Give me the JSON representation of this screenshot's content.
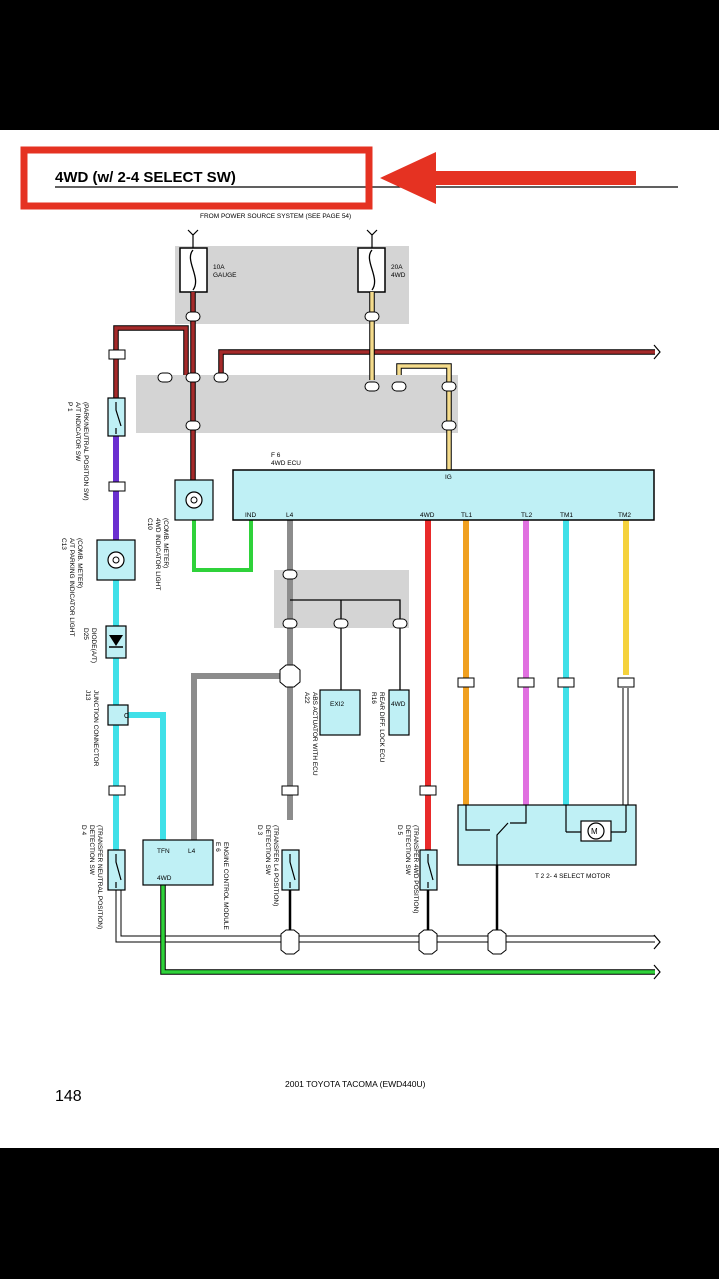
{
  "title": "4WD (w/ 2-4 SELECT SW)",
  "header_note": "FROM POWER SOURCE SYSTEM (SEE PAGE 54)",
  "fuses": [
    {
      "rating": "10A",
      "name": "GAUGE"
    },
    {
      "rating": "20A",
      "name": "4WD"
    }
  ],
  "components": {
    "ecu": {
      "code": "F 6",
      "name": "4WD ECU",
      "pins": [
        "IG",
        "IND",
        "L4",
        "4WD",
        "TL1",
        "TL2",
        "TM1",
        "TM2"
      ]
    },
    "p1": {
      "code": "P 1",
      "name": "A/T INDICATOR SW",
      "sub": "(PARK/NEUTRAL POSITION SW)"
    },
    "c13": {
      "code": "C13",
      "name": "A/T PARKING INDICATOR LIGHT",
      "sub": "(COMB. METER)"
    },
    "d25": {
      "code": "D25",
      "name": "DIODE(A/T)"
    },
    "j13": {
      "code": "J13",
      "name": "JUNCTION CONNECTOR"
    },
    "c10": {
      "code": "C10",
      "name": "4WD INDICATOR LIGHT",
      "sub": "(COMB. METER)"
    },
    "d4": {
      "code": "D 4",
      "name": "DETECTION SW",
      "sub": "(TRANSFER NEUTRAL POSITION)"
    },
    "e6": {
      "code": "E 6",
      "name": "ENGINE CONTROL MODULE",
      "pins": [
        "TFN",
        "L4",
        "4WD"
      ]
    },
    "d3": {
      "code": "D 3",
      "name": "DETECTION SW",
      "sub": "(TRANSFER L4 POSITION)"
    },
    "a22": {
      "code": "A22",
      "name": "ABS ACTUATOR WITH ECU",
      "box": "EXI2"
    },
    "r16": {
      "code": "R16",
      "name": "REAR DIFF. LOCK ECU",
      "box": "4WD"
    },
    "d5": {
      "code": "D 5",
      "name": "DETECTION SW",
      "sub": "(TRANSFER 4WD POSITION)"
    },
    "t2": {
      "code": "T 2",
      "name": "2- 4 SELECT MOTOR",
      "motor": "M"
    }
  },
  "wire_colors": [
    "B - R",
    "B - Y",
    "G - W",
    "R - W",
    "Y - R",
    "P",
    "L",
    "Y - B",
    "W",
    "GR",
    "W - B",
    "G - B",
    "V",
    "L - R"
  ],
  "footer": {
    "page": "148",
    "book": "2001 TOYOTA TACOMA (EWD440U)"
  },
  "colors": {
    "highlight": "#e53222",
    "ecu_fill": "#bff0f5",
    "junction_fill": "#d4d4d4"
  }
}
